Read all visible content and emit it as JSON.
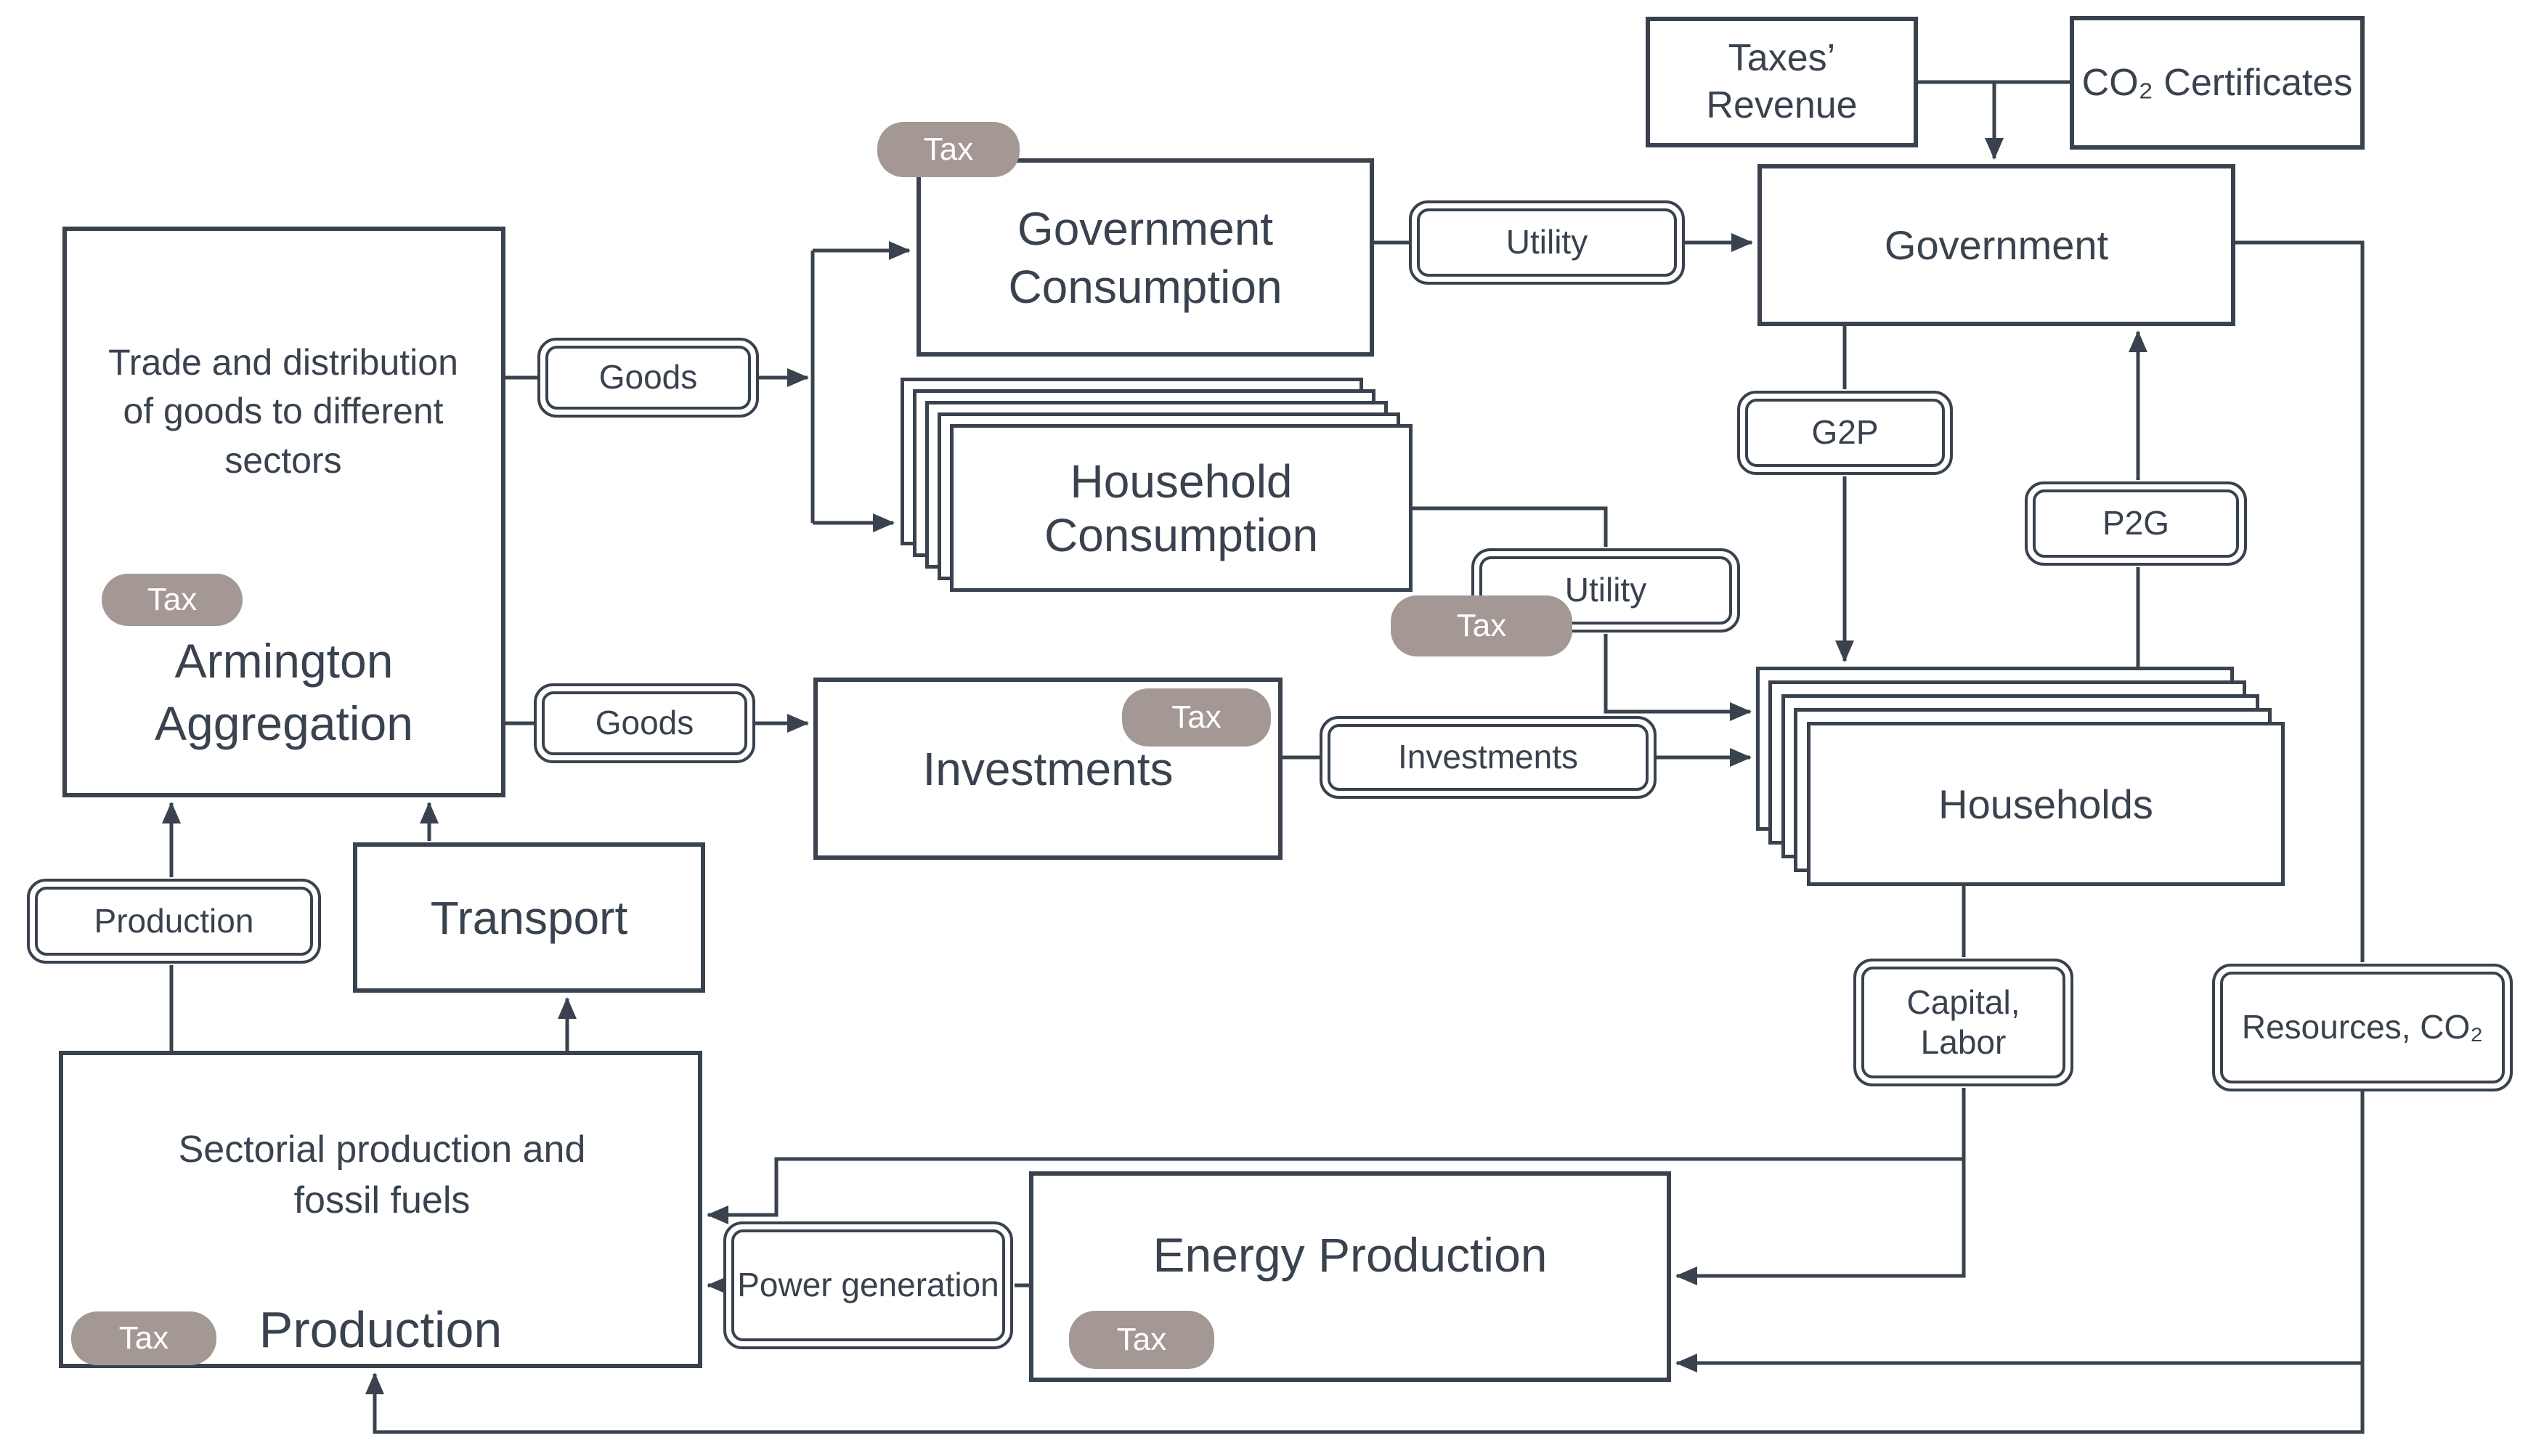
{
  "colors": {
    "ink": "#39424e",
    "badge_fill": "#a39894",
    "badge_text": "#ffffff",
    "background": "#ffffff"
  },
  "badges": {
    "tax": "Tax"
  },
  "boxes": {
    "taxes_revenue": {
      "title": "Taxes’ Revenue"
    },
    "co2_certificates": {
      "title": "CO₂ Certificates"
    },
    "government": {
      "title": "Government"
    },
    "government_consumption": {
      "title": "Government Consumption"
    },
    "household_consumption": {
      "title": "Household Consumption"
    },
    "investments": {
      "title": "Investments"
    },
    "households": {
      "title": "Households"
    },
    "armington": {
      "title": "Armington Aggregation",
      "note": "Trade and distribution of goods to different sectors"
    },
    "transport": {
      "title": "Transport"
    },
    "production": {
      "title": "Production",
      "note": "Sectorial production and fossil fuels"
    },
    "energy_production": {
      "title": "Energy Production"
    }
  },
  "connectors": {
    "goods_top": {
      "label": "Goods"
    },
    "goods_bottom": {
      "label": "Goods"
    },
    "utility_government": {
      "label": "Utility"
    },
    "utility_households": {
      "label": "Utility"
    },
    "investments_flow": {
      "label": "Investments"
    },
    "g2p": {
      "label": "G2P"
    },
    "p2g": {
      "label": "P2G"
    },
    "capital_labor": {
      "label": "Capital, Labor"
    },
    "resources_co2": {
      "label": "Resources, CO₂"
    },
    "production_flow": {
      "label": "Production"
    },
    "power_generation": {
      "label": "Power generation"
    }
  }
}
